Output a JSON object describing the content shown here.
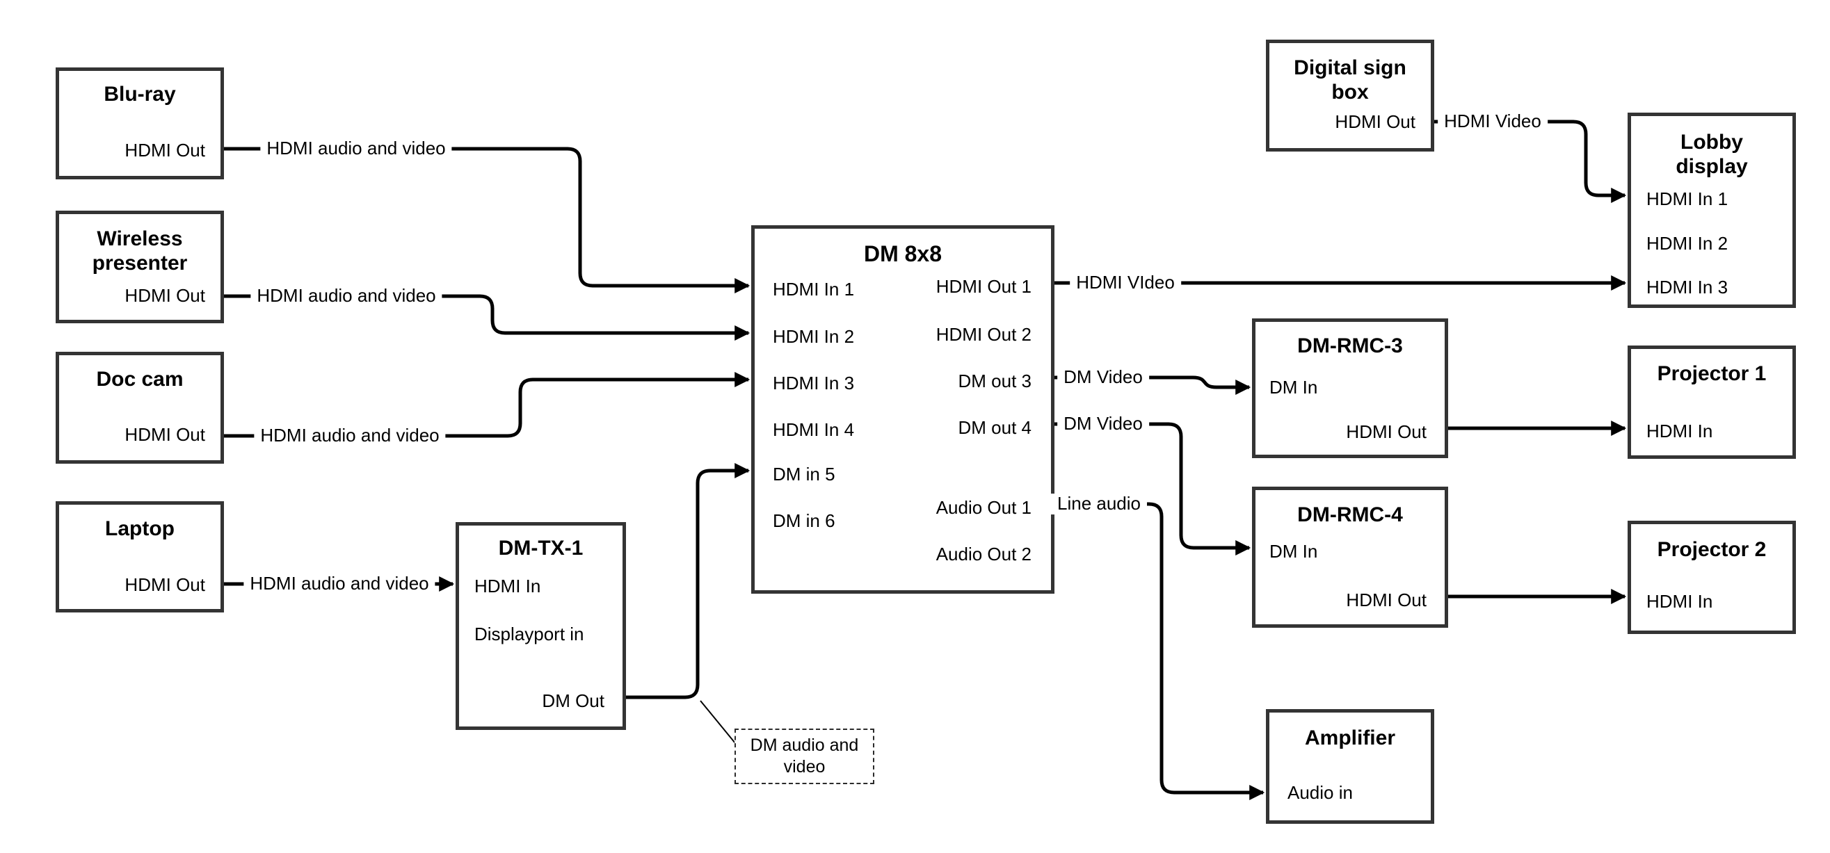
{
  "colors": {
    "background": "#ffffff",
    "box_border": "#343434",
    "connector": "#000000",
    "text": "#000000"
  },
  "nodes": {
    "bluray": {
      "title": "Blu-ray",
      "ports": {
        "hdmi_out": "HDMI Out"
      }
    },
    "wireless_presenter": {
      "title": "Wireless presenter",
      "ports": {
        "hdmi_out": "HDMI Out"
      }
    },
    "doc_cam": {
      "title": "Doc cam",
      "ports": {
        "hdmi_out": "HDMI Out"
      }
    },
    "laptop": {
      "title": "Laptop",
      "ports": {
        "hdmi_out": "HDMI Out"
      }
    },
    "dm_tx_1": {
      "title": "DM-TX-1",
      "ports": {
        "hdmi_in": "HDMI In",
        "displayport_in": "Displayport in",
        "dm_out": "DM Out"
      }
    },
    "dm_8x8": {
      "title": "DM 8x8",
      "ports": {
        "hdmi_in_1": "HDMI In 1",
        "hdmi_in_2": "HDMI In 2",
        "hdmi_in_3": "HDMI In 3",
        "hdmi_in_4": "HDMI In 4",
        "dm_in_5": "DM in 5",
        "dm_in_6": "DM in 6",
        "hdmi_out_1": "HDMI Out 1",
        "hdmi_out_2": "HDMI Out 2",
        "dm_out_3": "DM out 3",
        "dm_out_4": "DM out 4",
        "audio_out_1": "Audio Out 1",
        "audio_out_2": "Audio Out 2"
      }
    },
    "digital_sign_box": {
      "title": "Digital sign box",
      "ports": {
        "hdmi_out": "HDMI Out"
      }
    },
    "lobby_display": {
      "title": "Lobby display",
      "ports": {
        "hdmi_in_1": "HDMI In 1",
        "hdmi_in_2": "HDMI In 2",
        "hdmi_in_3": "HDMI In 3"
      }
    },
    "dm_rmc_3": {
      "title": "DM-RMC-3",
      "ports": {
        "dm_in": "DM In",
        "hdmi_out": "HDMI Out"
      }
    },
    "projector_1": {
      "title": "Projector 1",
      "ports": {
        "hdmi_in": "HDMI In"
      }
    },
    "dm_rmc_4": {
      "title": "DM-RMC-4",
      "ports": {
        "dm_in": "DM In",
        "hdmi_out": "HDMI Out"
      }
    },
    "projector_2": {
      "title": "Projector 2",
      "ports": {
        "hdmi_in": "HDMI In"
      }
    },
    "amplifier": {
      "title": "Amplifier",
      "ports": {
        "audio_in": "Audio in"
      }
    }
  },
  "edges": {
    "bluray_to_dm8x8": {
      "label": "HDMI audio and video"
    },
    "wireless_to_dm8x8": {
      "label": "HDMI audio and video"
    },
    "doccam_to_dm8x8": {
      "label": "HDMI audio and video"
    },
    "laptop_to_dmtx1": {
      "label": "HDMI audio and video"
    },
    "dm8x8_to_lobby": {
      "label": "HDMI VIdeo"
    },
    "digitalsign_to_lobby": {
      "label": "HDMI Video"
    },
    "dm8x8_to_dmrmc3": {
      "label": "DM Video"
    },
    "dm8x8_to_dmrmc4": {
      "label": "DM Video"
    },
    "dm8x8_to_amplifier": {
      "label": "Line audio"
    }
  },
  "note": {
    "text": "DM audio and video"
  }
}
